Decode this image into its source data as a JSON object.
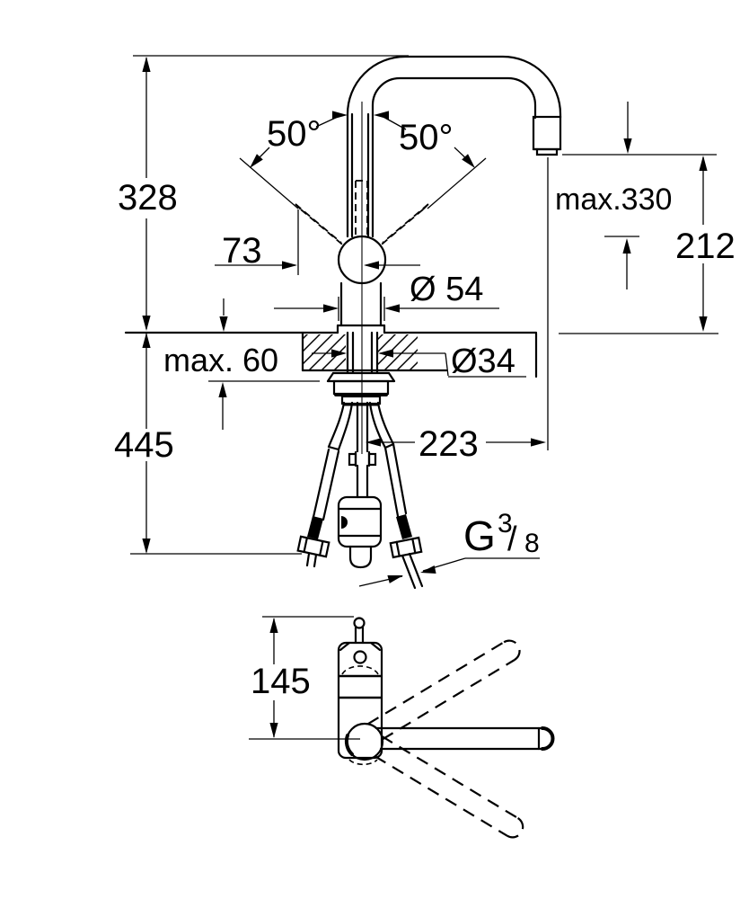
{
  "colors": {
    "line": "#000000",
    "background": "#ffffff"
  },
  "side_view": {
    "dims": {
      "total_height": "328",
      "swivel_left": "50°",
      "swivel_right": "50°",
      "max_height": "max.330",
      "outlet_height": "212",
      "lever_offset": "73",
      "body_diameter": "Ø 54",
      "max_deck_thickness": "max. 60",
      "hole_diameter": "Ø34",
      "below_deck_length": "445",
      "reach": "223",
      "thread": {
        "full": "G 3/8",
        "letter": "G",
        "numerator": "3",
        "slash": "/",
        "denominator": "8"
      }
    }
  },
  "top_view": {
    "dims": {
      "spout_offset": "145"
    }
  }
}
